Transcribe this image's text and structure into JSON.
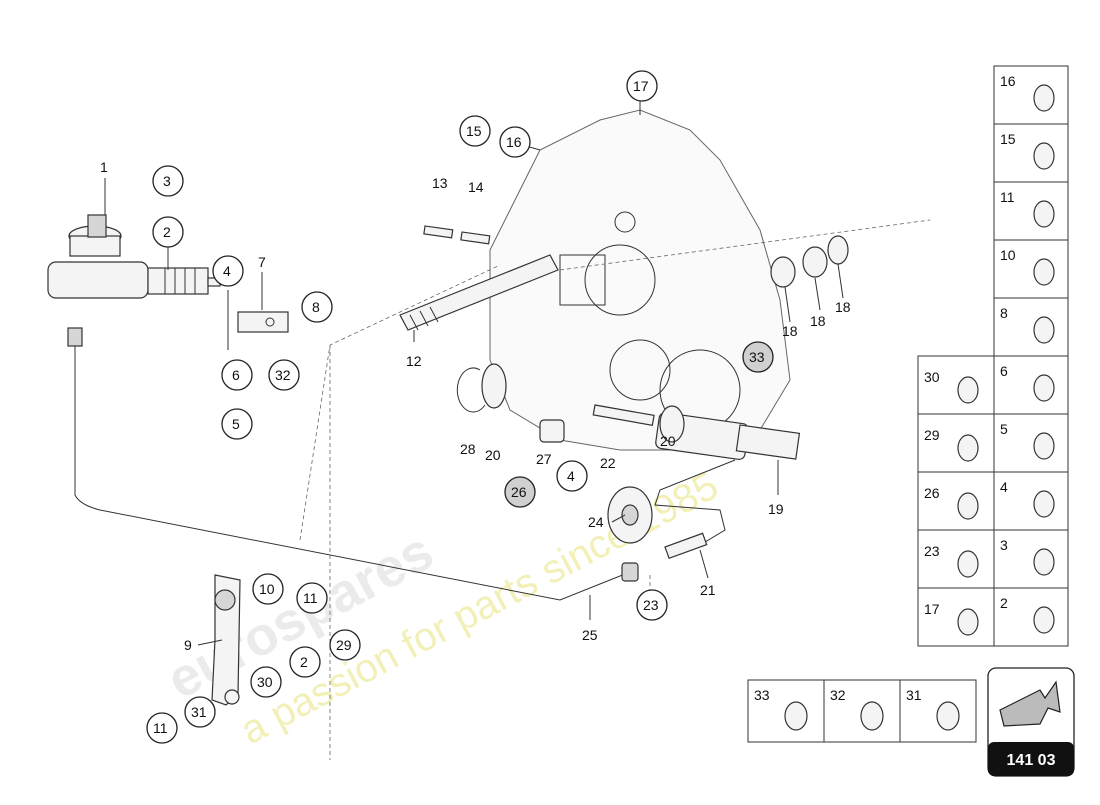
{
  "watermark": {
    "brand": "eurospares",
    "slogan": "a passion for parts since 1985"
  },
  "diagram_code": "141 03",
  "labels": {
    "l1": "1",
    "l3": "3",
    "l2": "2",
    "l4": "4",
    "l7": "7",
    "l8": "8",
    "l6": "6",
    "l32": "32",
    "l5": "5",
    "l13": "13",
    "l14": "14",
    "l15": "15",
    "l16": "16",
    "l17": "17",
    "l12": "12",
    "l18a": "18",
    "l18b": "18",
    "l18c": "18",
    "l33": "33",
    "l28": "28",
    "l20a": "20",
    "l27": "27",
    "l22": "22",
    "l20b": "20",
    "l19": "19",
    "l26": "26",
    "l4b": "4",
    "l24": "24",
    "l21": "21",
    "l23": "23",
    "l25": "25",
    "l10": "10",
    "l11a": "11",
    "l9": "9",
    "l29": "29",
    "l2b": "2",
    "l30": "30",
    "l31": "31",
    "l11b": "11"
  },
  "legend": {
    "right_column": [
      "16",
      "15",
      "11",
      "10",
      "8",
      "6",
      "5",
      "4",
      "3",
      "2"
    ],
    "left_column": [
      "30",
      "29",
      "26",
      "23",
      "17"
    ],
    "bottom_row": [
      "33",
      "32",
      "31"
    ]
  }
}
